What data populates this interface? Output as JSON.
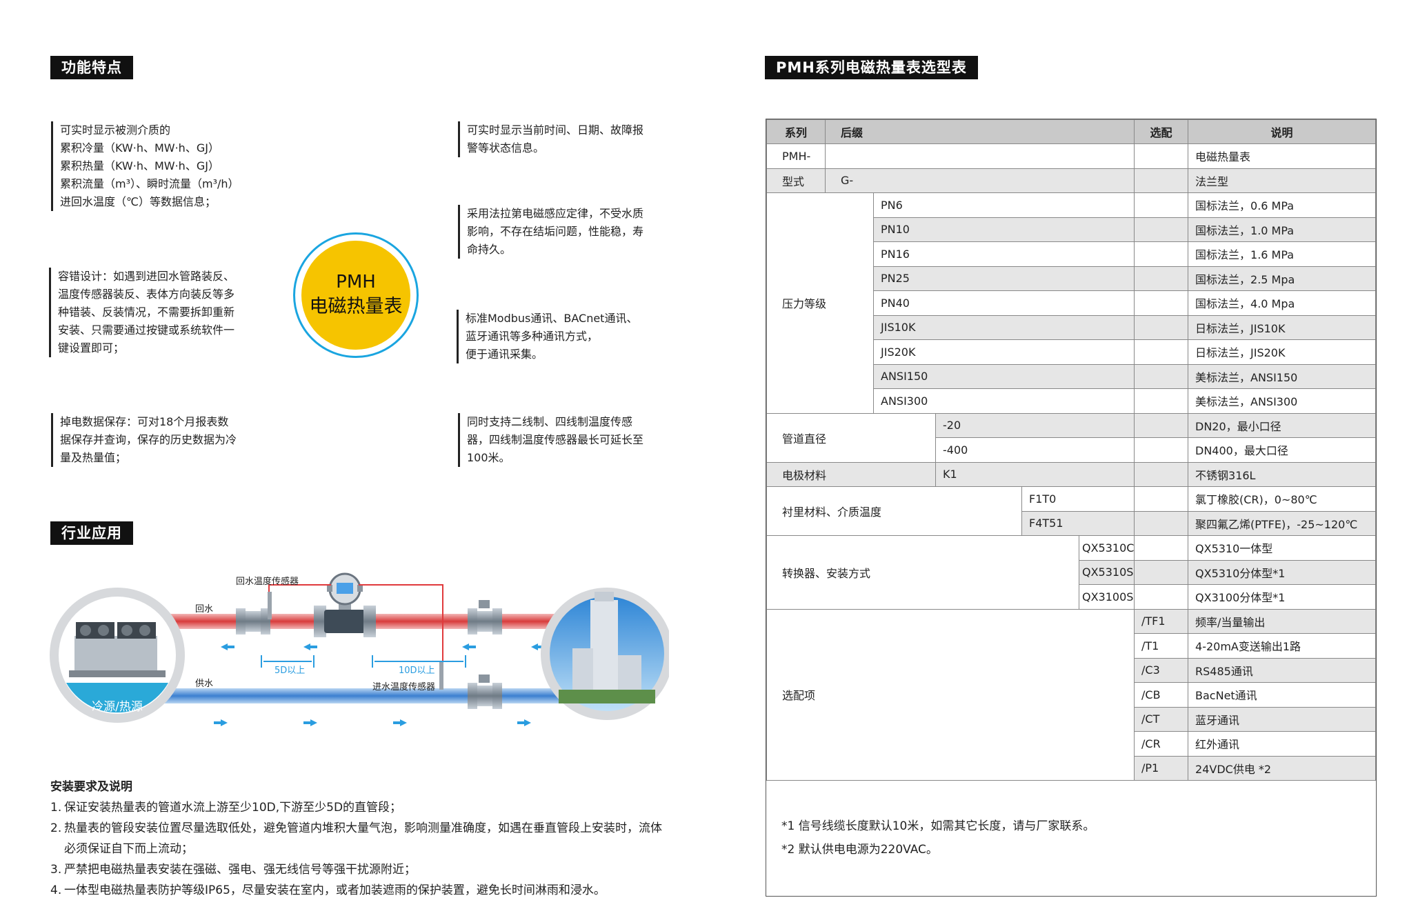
{
  "left": {
    "section1_title": "功能特点",
    "features": [
      "可实时显示被测介质的\n累积冷量（KW·h、MW·h、GJ）\n累积热量（KW·h、MW·h、GJ）\n累积流量（m³）、瞬时流量（m³/h）\n进回水温度（℃）等数据信息；",
      "可实时显示当前时间、日期、故障报\n警等状态信息。",
      "采用法拉第电磁感应定律，不受水质\n影响，不存在结垢问题，性能稳，寿\n命持久。",
      "容错设计：如遇到进回水管路装反、\n温度传感器装反、表体方向装反等多\n种错装、反装情况，不需要拆卸重新\n安装、只需要通过按键或系统软件一\n键设置即可；",
      "标准Modbus通讯、BACnet通讯、\n蓝牙通讯等多种通讯方式，\n便于通讯采集。",
      "掉电数据保存：可对18个月报表数\n据保存并查询，保存的历史数据为冷\n量及热量值；",
      "同时支持二线制、四线制温度传感\n器，四线制温度传感器最长可延长至\n100米。"
    ],
    "center_circle": {
      "line1": "PMH",
      "line2": "电磁热量表"
    },
    "section2_title": "行业应用",
    "diagram": {
      "return_sensor": "回水温度传感器",
      "return_water": "回水",
      "supply_water": "供水",
      "supply_sensor": "进水温度传感器",
      "upstream": "5D以上",
      "downstream": "10D以上",
      "source_label": "冷源/热源"
    },
    "install": {
      "heading": "安装要求及说明",
      "items": [
        {
          "num": "1.",
          "text": "保证安装热量表的管道水流上游至少10D,下游至少5D的直管段；"
        },
        {
          "num": "2.",
          "text": "热量表的管段安装位置尽量选取低处，避免管道内堆积大量气泡，影响测量准确度，如遇在垂直管段上安装时，流体必须保证自下而上流动；"
        },
        {
          "num": "3.",
          "text": "严禁把电磁热量表安装在强磁、强电、强无线信号等强干扰源附近；"
        },
        {
          "num": "4.",
          "text": "一体型电磁热量表防护等级IP65，尽量安装在室内，或者加装遮雨的保护装置，避免长时间淋雨和浸水。"
        }
      ]
    }
  },
  "right": {
    "title": "PMH系列电磁热量表选型表",
    "header": {
      "series": "系列",
      "suffix": "后缀",
      "option": "选配",
      "desc": "说明"
    },
    "r_pmh": {
      "code": "PMH-",
      "desc": "电磁热量表"
    },
    "r_type": {
      "label": "型式",
      "code": "G-",
      "desc": "法兰型"
    },
    "pressure": {
      "label": "压力等级",
      "rows": [
        {
          "code": "PN6",
          "desc": "国标法兰，0.6 MPa"
        },
        {
          "code": "PN10",
          "desc": "国标法兰，1.0 MPa"
        },
        {
          "code": "PN16",
          "desc": "国标法兰，1.6 MPa"
        },
        {
          "code": "PN25",
          "desc": "国标法兰，2.5 Mpa"
        },
        {
          "code": "PN40",
          "desc": "国标法兰，4.0 Mpa"
        },
        {
          "code": "JIS10K",
          "desc": "日标法兰，JIS10K"
        },
        {
          "code": "JIS20K",
          "desc": "日标法兰，JIS20K"
        },
        {
          "code": "ANSI150",
          "desc": "美标法兰，ANSI150"
        },
        {
          "code": "ANSI300",
          "desc": "美标法兰，ANSI300"
        }
      ]
    },
    "diameter": {
      "label": "管道直径",
      "rows": [
        {
          "code": "-20",
          "desc": "DN20，最小口径"
        },
        {
          "code": "-400",
          "desc": "DN400，最大口径"
        }
      ]
    },
    "electrode": {
      "label": "电极材料",
      "code": "K1",
      "desc": "不锈钢316L"
    },
    "lining": {
      "label": "衬里材料、介质温度",
      "rows": [
        {
          "code": "F1T0",
          "desc": "氯丁橡胶(CR)，0~80℃"
        },
        {
          "code": "F4T51",
          "desc": "聚四氟乙烯(PTFE)，-25~120℃"
        }
      ]
    },
    "converter": {
      "label": "转换器、安装方式",
      "rows": [
        {
          "code": "QX5310C",
          "desc": "QX5310一体型"
        },
        {
          "code": "QX5310S",
          "desc": "QX5310分体型*1"
        },
        {
          "code": "QX3100S",
          "desc": "QX3100分体型*1"
        }
      ]
    },
    "options": {
      "label": "选配项",
      "rows": [
        {
          "code": "/TF1",
          "desc": "频率/当量输出"
        },
        {
          "code": "/T1",
          "desc": "4-20mA变送输出1路"
        },
        {
          "code": "/C3",
          "desc": "RS485通讯"
        },
        {
          "code": "/CB",
          "desc": "BacNet通讯"
        },
        {
          "code": "/CT",
          "desc": "蓝牙通讯"
        },
        {
          "code": "/CR",
          "desc": "红外通讯"
        },
        {
          "code": "/P1",
          "desc": "24VDC供电 *2"
        }
      ]
    },
    "notes": [
      "*1 信号线缆长度默认10米，如需其它长度，请与厂家联系。",
      "*2 默认供电电源为220VAC。"
    ]
  }
}
